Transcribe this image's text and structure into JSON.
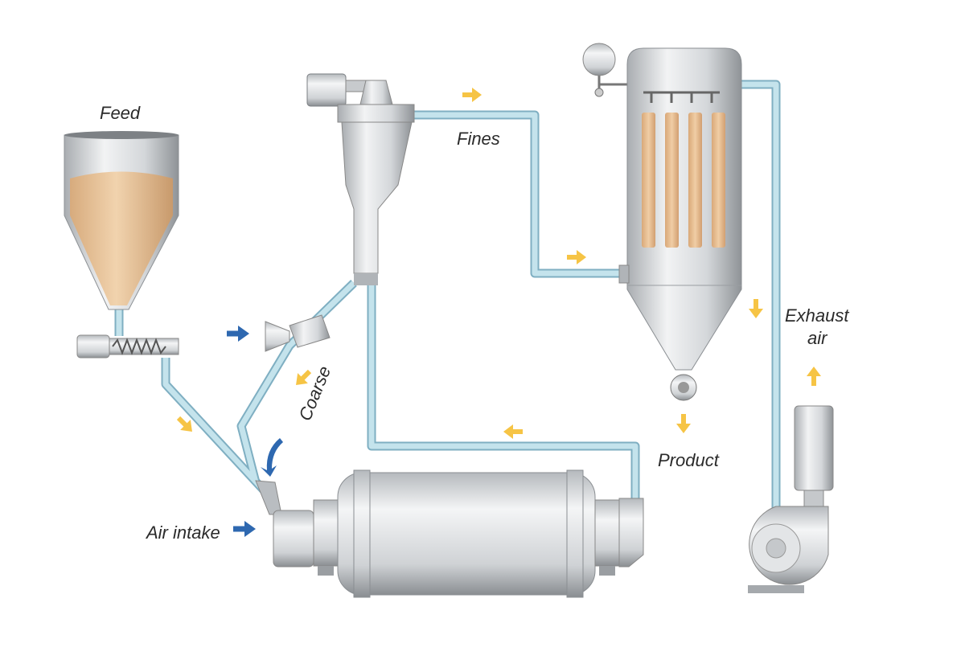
{
  "labels": {
    "feed": "Feed",
    "fines": "Fines",
    "exhaust_line1": "Exhaust",
    "exhaust_line2": "air",
    "coarse": "Coarse",
    "product": "Product",
    "air_intake": "Air intake"
  },
  "colors": {
    "pipe_fill": "#bfe0ea",
    "pipe_edge": "#7fafc2",
    "flow_arrow_material": "#f6c445",
    "flow_arrow_air": "#2e68b0",
    "powder": "#e7c29a",
    "filter_bag": "#e4b98c",
    "metal": "#d9dcdf"
  }
}
